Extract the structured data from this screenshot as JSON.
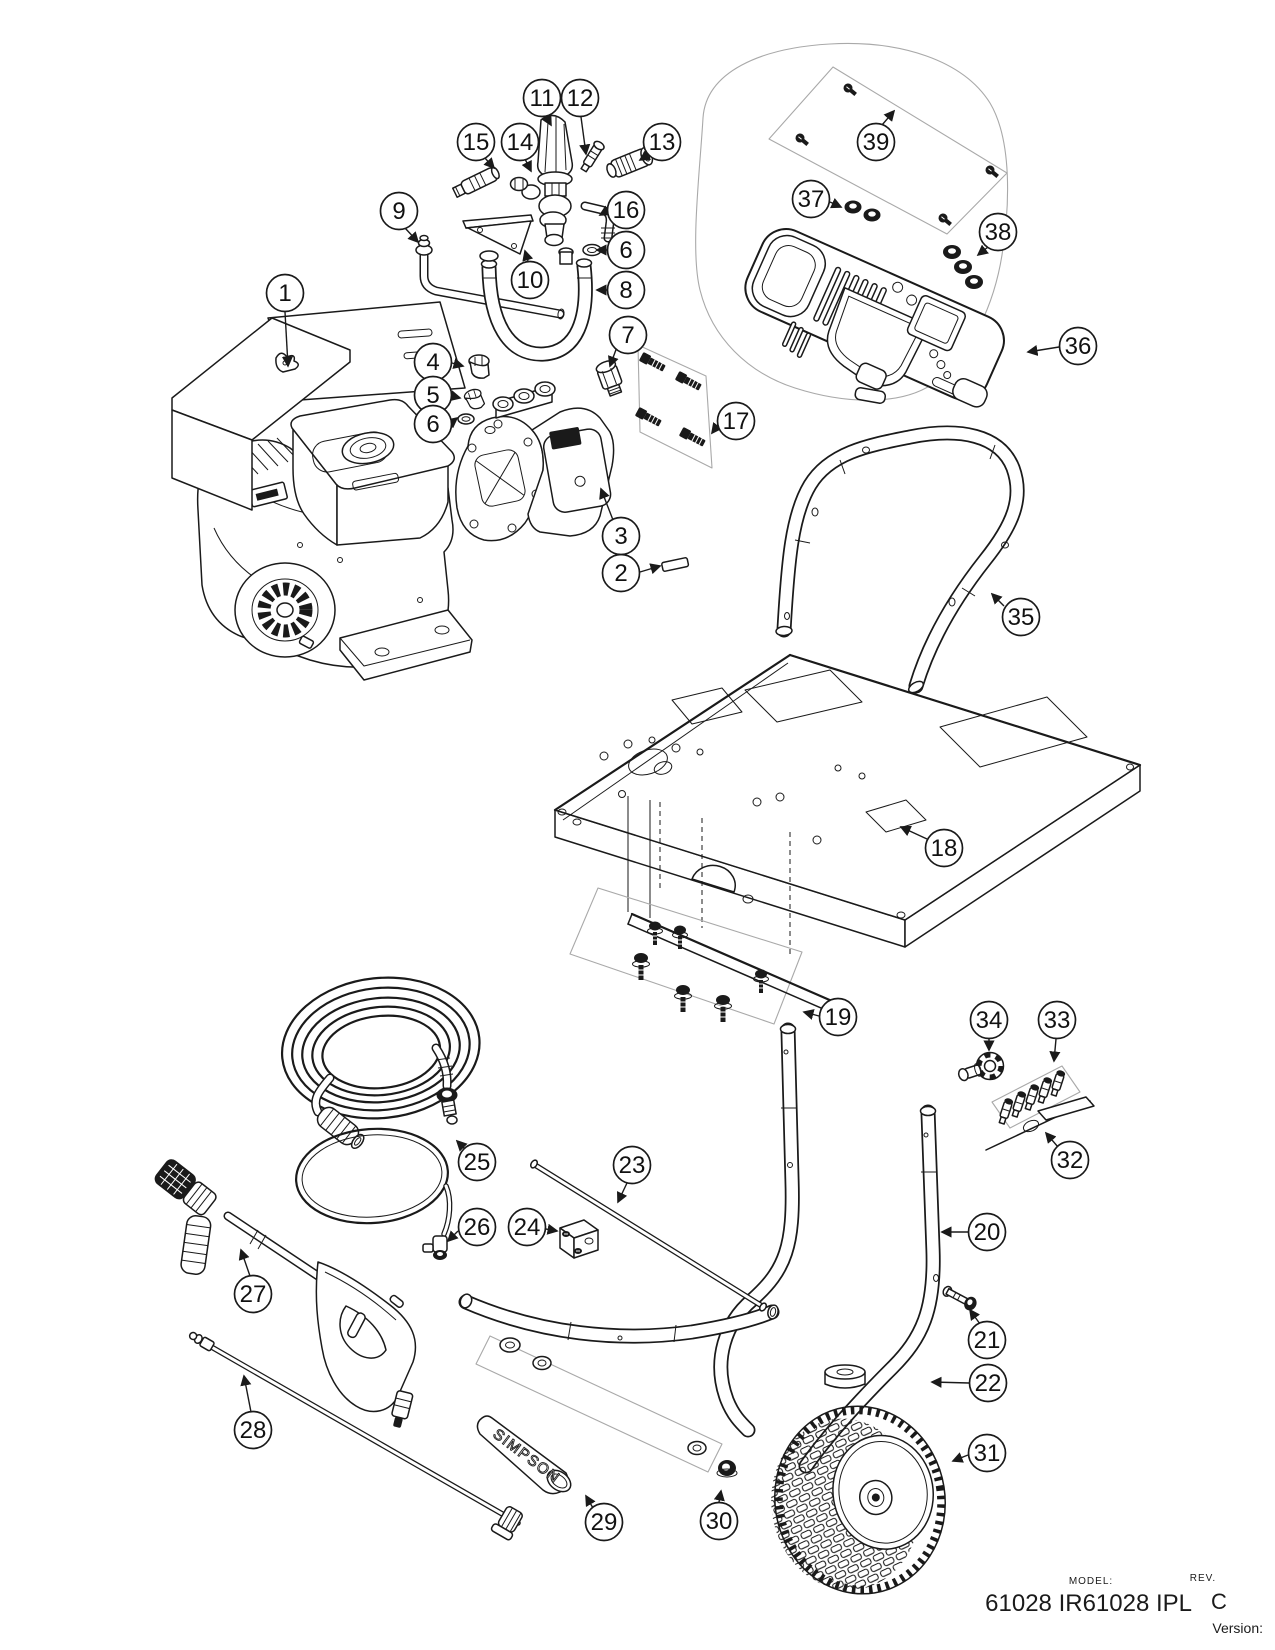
{
  "colors": {
    "ink": "#1a1a1a",
    "muted_line": "#a9a9a9",
    "background": "#ffffff"
  },
  "labels": {
    "grip_brand": "SIMPSON"
  },
  "callouts": [
    {
      "label": "1"
    },
    {
      "label": "2"
    },
    {
      "label": "3"
    },
    {
      "label": "4"
    },
    {
      "label": "5"
    },
    {
      "label": "6"
    },
    {
      "label": "6"
    },
    {
      "label": "7"
    },
    {
      "label": "8"
    },
    {
      "label": "9"
    },
    {
      "label": "10"
    },
    {
      "label": "11"
    },
    {
      "label": "12"
    },
    {
      "label": "13"
    },
    {
      "label": "14"
    },
    {
      "label": "15"
    },
    {
      "label": "16"
    },
    {
      "label": "17"
    },
    {
      "label": "18"
    },
    {
      "label": "19"
    },
    {
      "label": "20"
    },
    {
      "label": "21"
    },
    {
      "label": "22"
    },
    {
      "label": "23"
    },
    {
      "label": "24"
    },
    {
      "label": "25"
    },
    {
      "label": "26"
    },
    {
      "label": "27"
    },
    {
      "label": "28"
    },
    {
      "label": "29"
    },
    {
      "label": "30"
    },
    {
      "label": "31"
    },
    {
      "label": "32"
    },
    {
      "label": "33"
    },
    {
      "label": "34"
    },
    {
      "label": "35"
    },
    {
      "label": "36"
    },
    {
      "label": "37"
    },
    {
      "label": "38"
    },
    {
      "label": "39"
    }
  ],
  "footer": {
    "model_label": "MODEL:",
    "model_value": "61028 IR61028 IPL",
    "rev_label": "REV.",
    "rev_value": "C",
    "version_label": "Version:"
  }
}
